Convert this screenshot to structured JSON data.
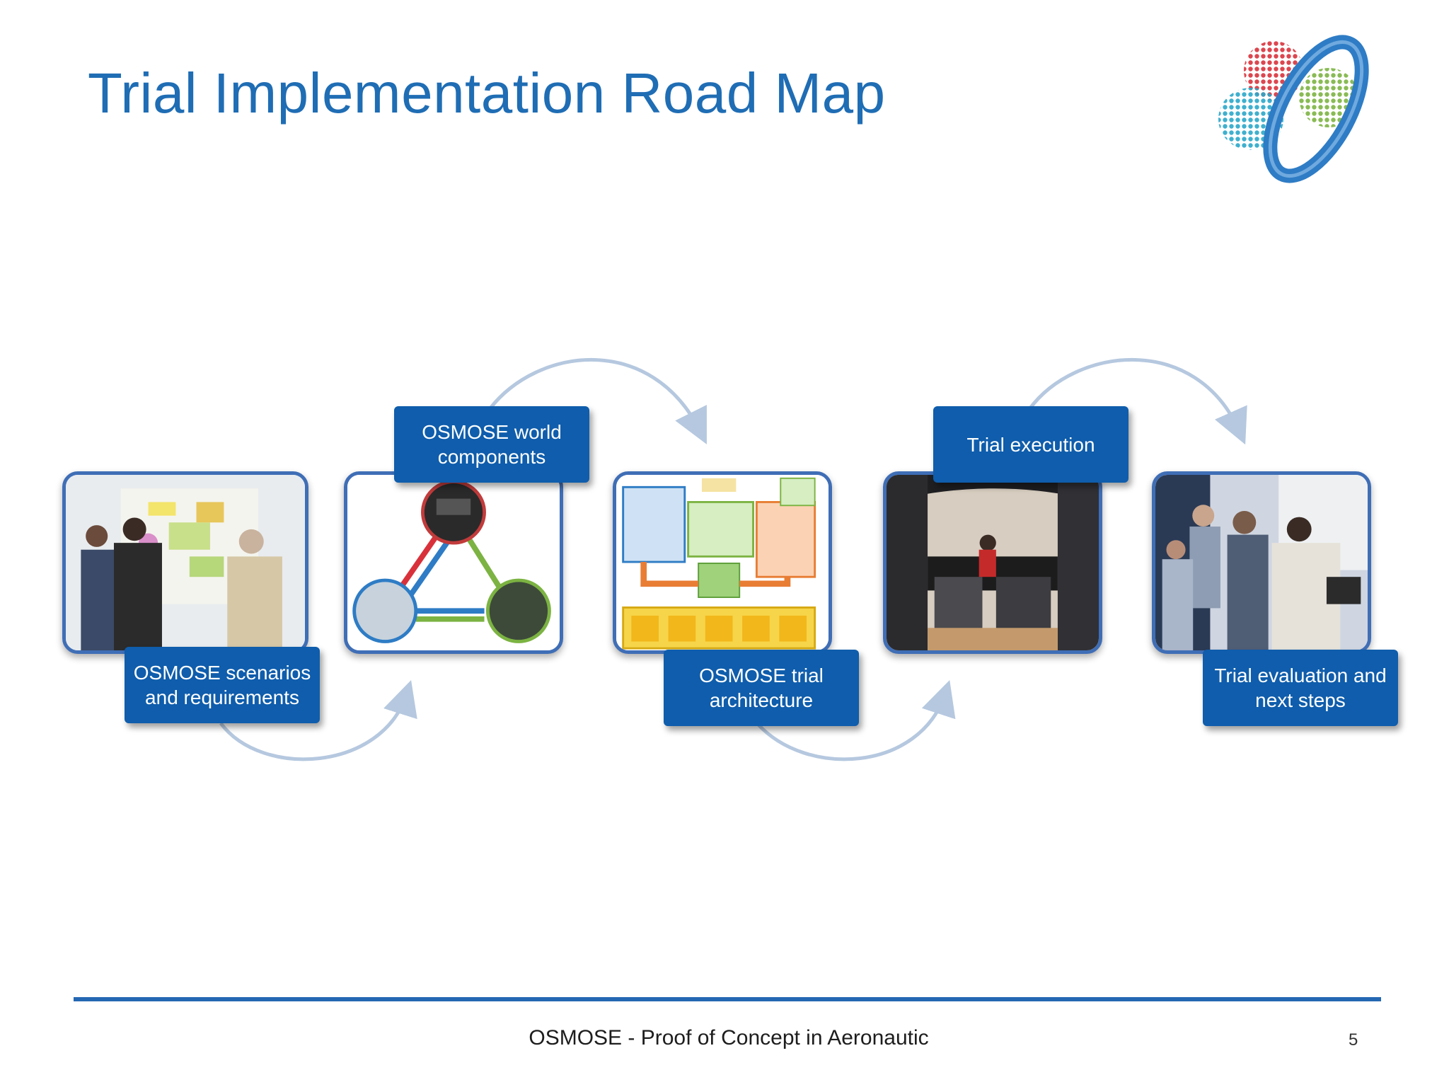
{
  "slide": {
    "title": "Trial Implementation Road Map",
    "footer": "OSMOSE - Proof of Concept in Aeronautic",
    "page_number": "5"
  },
  "logo": {
    "icon": "osmose-logo-icon",
    "ring_color": "#2e7cc5",
    "dot_colors": [
      "#d9313b",
      "#7cb342",
      "#2aa7c9"
    ]
  },
  "steps": [
    {
      "label": "OSMOSE scenarios and requirements",
      "image": "workshop-photo"
    },
    {
      "label": "OSMOSE world components",
      "image": "world-components-diagram"
    },
    {
      "label": "OSMOSE trial architecture",
      "image": "architecture-diagram"
    },
    {
      "label": "Trial execution",
      "image": "cockpit-simulator-photo"
    },
    {
      "label": "Trial evaluation and next steps",
      "image": "evaluation-meeting-photo"
    }
  ],
  "colors": {
    "accent": "#0f5dac",
    "title": "#1f6db4",
    "frame": "#3f6eb6",
    "arrow": "#b5c8df"
  }
}
